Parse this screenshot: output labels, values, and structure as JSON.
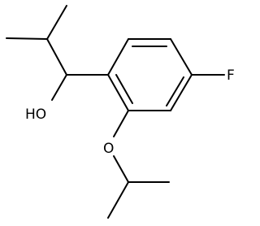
{
  "molecule": {
    "atom_labels": {
      "fluorine": "F",
      "hydroxyl": "HO",
      "ether_oxygen": "O"
    },
    "colors": {
      "bond": "#000000",
      "label": "#000000",
      "background": "#ffffff"
    }
  }
}
